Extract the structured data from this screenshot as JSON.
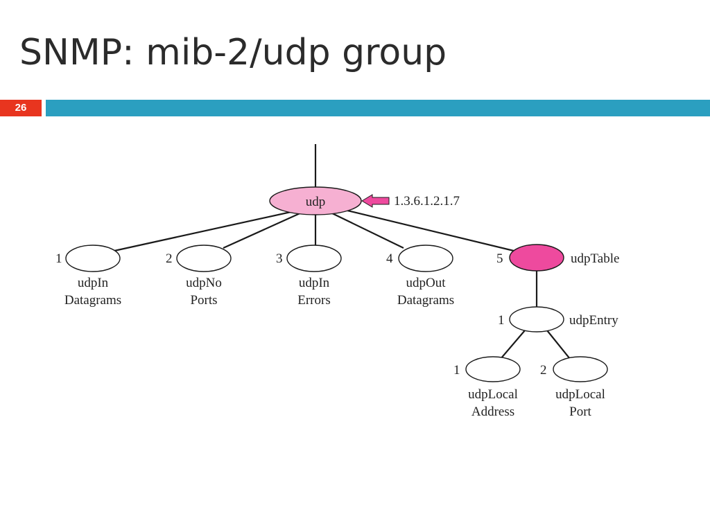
{
  "slide": {
    "title": "SNMP: mib-2/udp group",
    "page_number": "26",
    "badge_color": "#e8351f",
    "bar_color": "#2b9fc0"
  },
  "diagram": {
    "root": {
      "label": "udp",
      "oid": "1.3.6.1.2.1.7",
      "fill": "#f6b0d2",
      "arrow_fill": "#ee4a9e"
    },
    "children": [
      {
        "number": "1",
        "line1": "udpIn",
        "line2": "Datagrams"
      },
      {
        "number": "2",
        "line1": "udpNo",
        "line2": "Ports"
      },
      {
        "number": "3",
        "line1": "udpIn",
        "line2": "Errors"
      },
      {
        "number": "4",
        "line1": "udpOut",
        "line2": "Datagrams"
      },
      {
        "number": "5",
        "line1": "udpTable",
        "fill": "#ee4a9e"
      }
    ],
    "entry": {
      "number": "1",
      "label": "udpEntry"
    },
    "leaves": [
      {
        "number": "1",
        "line1": "udpLocal",
        "line2": "Address"
      },
      {
        "number": "2",
        "line1": "udpLocal",
        "line2": "Port"
      }
    ]
  }
}
